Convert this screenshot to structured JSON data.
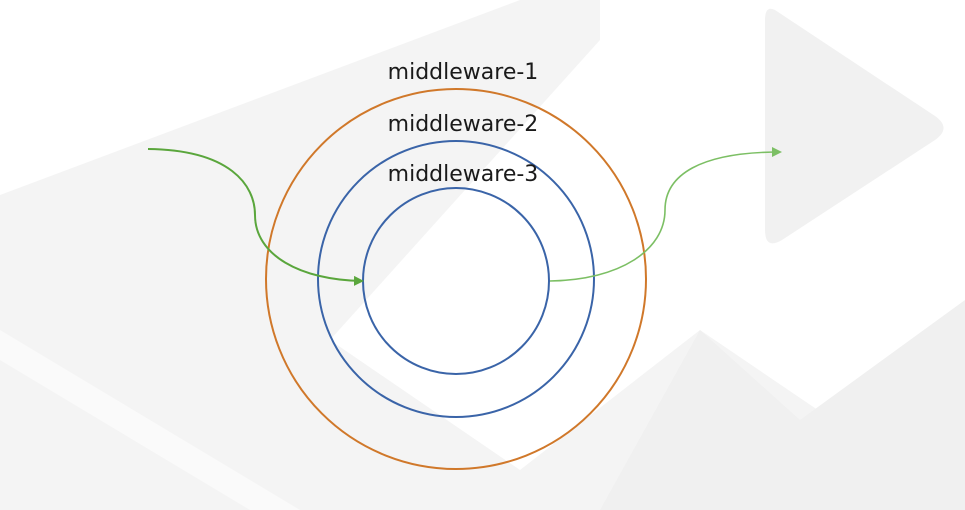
{
  "diagram": {
    "labels": {
      "outer": "middleware-1",
      "middle": "middleware-2",
      "inner": "middleware-3"
    },
    "colors": {
      "outer_ring": "#d0782a",
      "middle_ring": "#3a64a8",
      "inner_ring": "#3a64a8",
      "request_arrow": "#5aa63c",
      "response_arrow": "#7cbf64",
      "background_shape": "#f3f3f3",
      "label_text": "#1a1a1a"
    }
  }
}
